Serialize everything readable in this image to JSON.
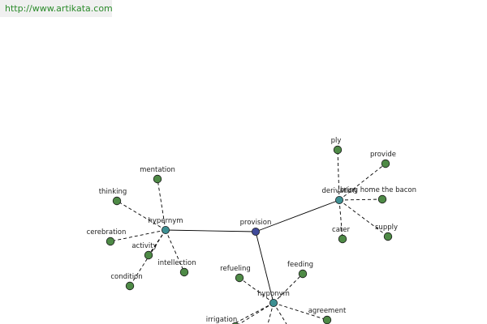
{
  "banner": {
    "url": "http://www.artikata.com"
  },
  "colors": {
    "leaf": "#4e8a46",
    "hub": "#3d8f92",
    "center": "#404a9a",
    "edge": "#000000"
  },
  "graph": {
    "center": {
      "id": "provision",
      "label": "provision"
    },
    "hubs": [
      {
        "id": "hypernym",
        "label": "hypernym"
      },
      {
        "id": "derivation",
        "label": "derivation"
      },
      {
        "id": "hyponym",
        "label": "hyponym"
      }
    ],
    "leaves": [
      {
        "id": "mentation",
        "label": "mentation",
        "hub": "hypernym"
      },
      {
        "id": "thinking",
        "label": "thinking",
        "hub": "hypernym"
      },
      {
        "id": "cerebration",
        "label": "cerebration",
        "hub": "hypernym"
      },
      {
        "id": "activity",
        "label": "activity",
        "hub": "hypernym"
      },
      {
        "id": "intellection",
        "label": "intellection",
        "hub": "hypernym"
      },
      {
        "id": "condition",
        "label": "condition",
        "hub": "hypernym"
      },
      {
        "id": "ply",
        "label": "ply",
        "hub": "derivation"
      },
      {
        "id": "provide",
        "label": "provide",
        "hub": "derivation"
      },
      {
        "id": "bring-home-the-bacon",
        "label": "bring home the bacon",
        "hub": "derivation"
      },
      {
        "id": "cater",
        "label": "cater",
        "hub": "derivation"
      },
      {
        "id": "supply",
        "label": "supply",
        "hub": "derivation"
      },
      {
        "id": "refueling",
        "label": "refueling",
        "hub": "hyponym"
      },
      {
        "id": "feeding",
        "label": "feeding",
        "hub": "hyponym"
      },
      {
        "id": "agreement",
        "label": "agreement",
        "hub": "hyponym"
      },
      {
        "id": "irrigation",
        "label": "irrigation",
        "hub": "hyponym"
      }
    ]
  }
}
